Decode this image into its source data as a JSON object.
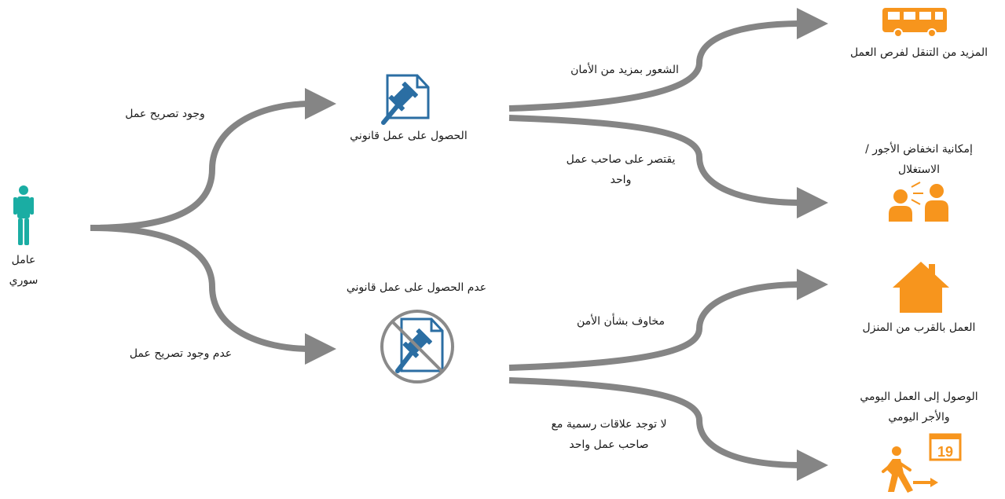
{
  "worker": {
    "label_line1": "عامل",
    "label_line2": "سوري"
  },
  "branches": {
    "permit": {
      "edge_label": "وجود تصريح عمل",
      "node_label": "الحصول على عمل قانوني"
    },
    "no_permit": {
      "edge_label": "عدم وجود تصريح عمل",
      "node_label": "عدم الحصول على عمل قانوني"
    }
  },
  "edges": {
    "safety": "الشعور بمزيد من الأمان",
    "one_employer_l1": "يقتصر على صاحب عمل",
    "one_employer_l2": "واحد",
    "security_fears": "مخاوف بشأن الأمن",
    "no_formal_l1": "لا توجد علاقات رسمية مع",
    "no_formal_l2": "صاحب عمل واحد"
  },
  "outcomes": {
    "mobility": "المزيد من التنقل لفرص العمل",
    "exploitation_l1": "إمكانية انخفاض الأجور /",
    "exploitation_l2": "الاستغلال",
    "near_home": "العمل بالقرب من المنزل",
    "daily_l1": "الوصول إلى العمل اليومي",
    "daily_l2": "والأجر اليومي",
    "calendar_day": "19"
  },
  "colors": {
    "arrow": "#858585",
    "worker": "#1aada3",
    "document": "#2b6ea3",
    "outcome_icon": "#f7951d",
    "prohibited_circle": "#8a8a8a"
  },
  "icons": {
    "worker": "person-icon",
    "legal": "legal-document-gavel-icon",
    "illegal": "prohibited-legal-document-icon",
    "bus": "bus-icon",
    "exploitation": "people-shouting-icon",
    "home": "house-icon",
    "daily": "walking-person-calendar-icon"
  }
}
